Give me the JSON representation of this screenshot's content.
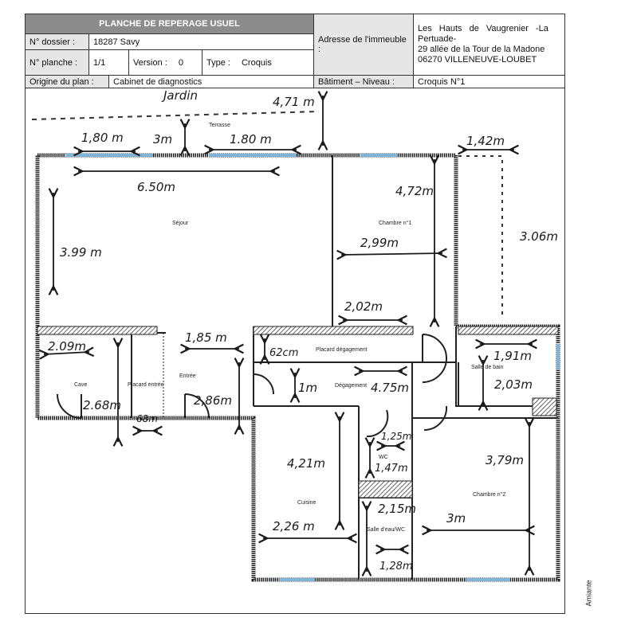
{
  "header": {
    "title": "PLANCHE DE REPERAGE USUEL",
    "dossier_label": "N° dossier :",
    "dossier_value": "18287 Savy",
    "planche_label": "N° planche :",
    "planche_value": "1/1",
    "version_label": "Version :",
    "version_value": "0",
    "type_label": "Type :",
    "type_value": "Croquis",
    "origine_label": "Origine du plan :",
    "origine_value": "Cabinet de diagnostics",
    "adresse_label": "Adresse de l'immeuble :",
    "adresse_lines": [
      "Les Hauts de Vaugrenier -La",
      "Pertuade-",
      "29 allée de la Tour de la Madone",
      "06270 VILLENEUVE-LOUBET"
    ],
    "batiment_label": "Bâtiment – Niveau :",
    "batiment_value": "Croquis N°1"
  },
  "rooms": {
    "terrasse": "Terrasse",
    "sejour": "Séjour",
    "chambre1": "Chambre n°1",
    "cave": "Cave",
    "placard_entree": "Placard entrée",
    "entree": "Entrée",
    "placard_degagement": "Placard dégagement",
    "degagement": "Dégagement",
    "salle_de_bain": "Salle de bain",
    "wc": "WC",
    "cuisine": "Cuisine",
    "salle_eau": "Salle d'eau/WC",
    "chambre2": "Chambre n°2"
  },
  "handwritten": {
    "jardin": "Jardin",
    "d471": "4,71 m",
    "d180a": "1,80 m",
    "d3m": "3m",
    "d180b": "1.80 m",
    "d142": "1,42m",
    "d650": "6.50m",
    "d472": "4,72m",
    "d306": "3.06m",
    "d399": "3.99 m",
    "d299": "2,99m",
    "d202": "2,02m",
    "d185": "1,85 m",
    "d209": "2.09m",
    "d268": "2.68m",
    "d68": "68m",
    "d286": "2,86m",
    "d62": "62cm",
    "d1m": "1m",
    "d475": "4.75m",
    "d191": "1,91m",
    "d203": "2,03m",
    "d125": "1,25m",
    "d147": "1,47m",
    "d421": "4,21m",
    "d379": "3,79m",
    "d215": "2,15m",
    "d226": "2,26 m",
    "d3m2": "3m",
    "d128": "1,28m"
  },
  "footer": {
    "amiante": "Amiante"
  },
  "colors": {
    "window": "#7fb4d6",
    "header_bg": "#e6e6e6",
    "title_bg": "#8c8c8c"
  }
}
